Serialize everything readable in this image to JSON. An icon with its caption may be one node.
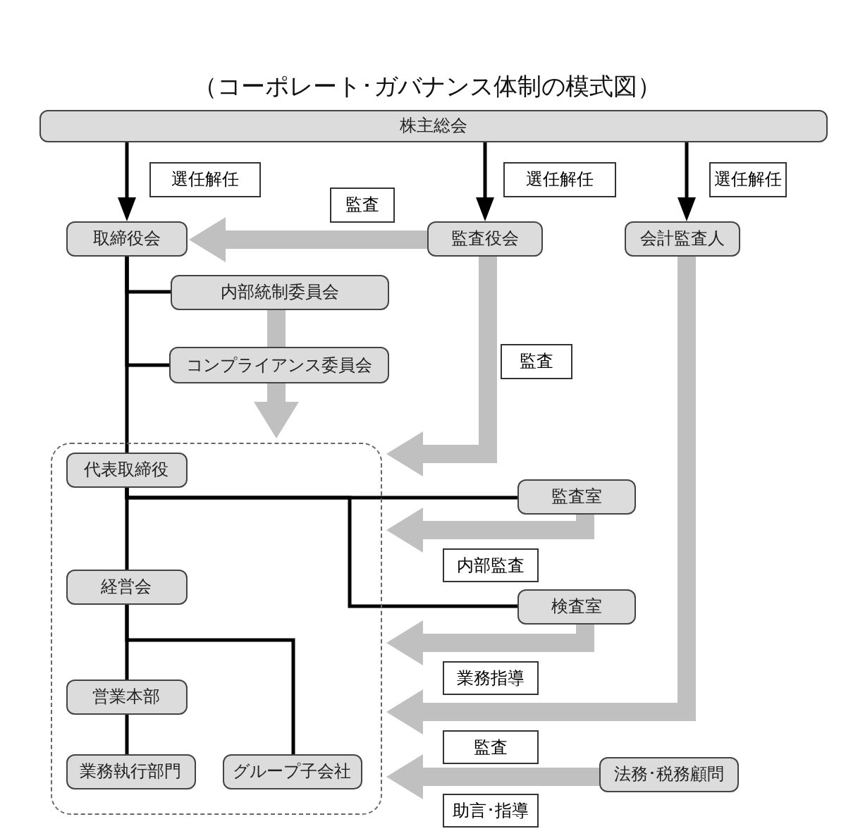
{
  "diagram": {
    "title": "（コーポレート･ガバナンス体制の模式図）",
    "nodes": [
      {
        "text": [
          "株主総会"
        ]
      },
      {
        "text": [
          "取締役会"
        ]
      },
      {
        "text": [
          "監査役会"
        ]
      },
      {
        "text": [
          "会計監査人"
        ]
      },
      {
        "text": [
          "内部統制委員会"
        ]
      },
      {
        "text": [
          "コンプライアンス委員会"
        ]
      },
      {
        "text": [],
        "shape": "box"
      },
      {
        "text": [
          "代表取締役"
        ],
        "in": 6
      },
      {
        "text": [
          "経営会"
        ],
        "in": 6
      },
      {
        "text": [
          "営業本部"
        ],
        "in": 6
      },
      {
        "text": [
          "業務執行部門"
        ],
        "in": 6
      },
      {
        "text": [
          "グループ子会社"
        ],
        "in": 6
      },
      {
        "text": [
          "監査室"
        ]
      },
      {
        "text": [
          "検査室"
        ]
      },
      {
        "text": [
          "法務･税務顧問"
        ]
      }
    ],
    "edges": [
      {
        "from": 0,
        "to": 1,
        "arrow": "to",
        "label": "選任解任"
      },
      {
        "from": 0,
        "to": 2,
        "arrow": "to",
        "label": "選任解任"
      },
      {
        "from": 0,
        "to": 3,
        "arrow": "to",
        "label": "選任解任"
      },
      {
        "from": 2,
        "to": 1,
        "arrow": "to",
        "label": "監査",
        "style": "thick",
        "color": "#c0c0c0"
      },
      {
        "from": 1,
        "to": 4,
        "arrow": "none"
      },
      {
        "from": 1,
        "to": 5,
        "arrow": "none"
      },
      {
        "from": 1,
        "to": 7,
        "arrow": "none"
      },
      {
        "from": 4,
        "to": 5,
        "arrow": "none",
        "style": "thick",
        "color": "#c0c0c0"
      },
      {
        "from": 5,
        "to": 6,
        "arrow": "to",
        "style": "thick",
        "color": "#c0c0c0"
      },
      {
        "from": 2,
        "to": 6,
        "arrow": "to",
        "label": "監査",
        "style": "thick",
        "color": "#c0c0c0"
      },
      {
        "from": 7,
        "to": 8,
        "arrow": "none"
      },
      {
        "from": 7,
        "to": 12,
        "arrow": "none"
      },
      {
        "from": 7,
        "to": 13,
        "arrow": "none"
      },
      {
        "from": 12,
        "to": 6,
        "arrow": "to",
        "label": "内部監査",
        "style": "thick",
        "color": "#c0c0c0"
      },
      {
        "from": 13,
        "to": 6,
        "arrow": "to",
        "label": "業務指導",
        "style": "thick",
        "color": "#c0c0c0"
      },
      {
        "from": 3,
        "to": 6,
        "arrow": "to",
        "label": "監査",
        "style": "thick",
        "color": "#c0c0c0"
      },
      {
        "from": 14,
        "to": 6,
        "arrow": "to",
        "label": "助言･指導",
        "style": "thick",
        "color": "#c0c0c0"
      },
      {
        "from": 8,
        "to": 9,
        "arrow": "none"
      },
      {
        "from": 8,
        "to": 11,
        "arrow": "none"
      },
      {
        "from": 9,
        "to": 10,
        "arrow": "none"
      }
    ]
  }
}
